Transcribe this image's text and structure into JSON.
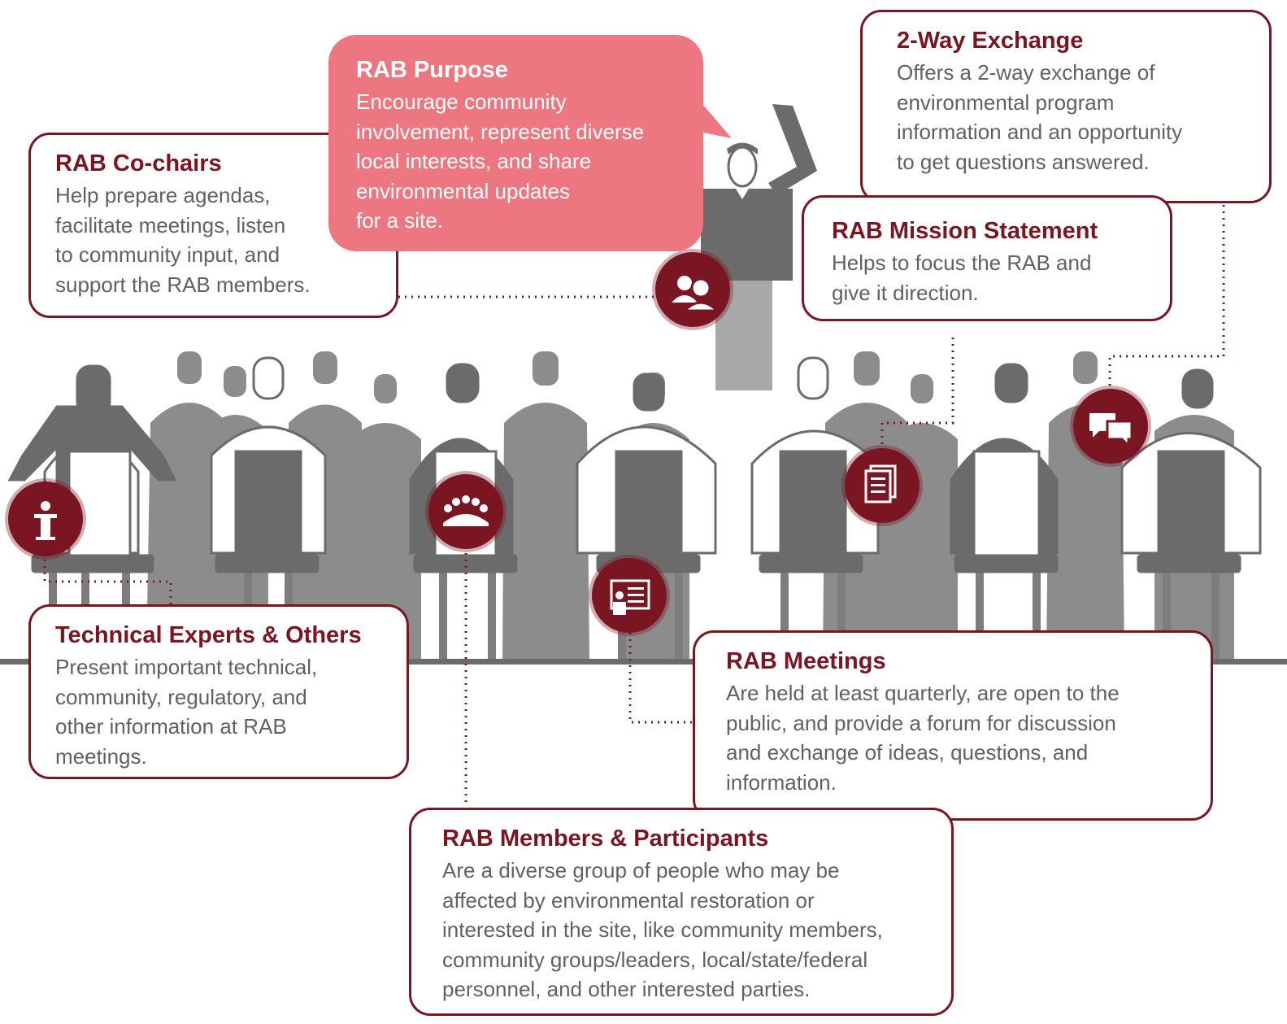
{
  "boxes": {
    "cochairs": {
      "title": "RAB Co-chairs",
      "lines": [
        "Help prepare agendas,",
        "facilitate meetings, listen",
        "to community input, and",
        "support the RAB members."
      ]
    },
    "purpose": {
      "title": "RAB Purpose",
      "lines": [
        "Encourage community",
        "involvement, represent diverse",
        "local interests, and share",
        "environmental updates",
        "for a site."
      ]
    },
    "exchange": {
      "title": "2-Way Exchange",
      "lines": [
        "Offers a 2-way exchange of",
        "environmental program",
        "information and an opportunity",
        "to get questions answered."
      ]
    },
    "mission": {
      "title": "RAB Mission Statement",
      "lines": [
        "Helps to focus the RAB and",
        "give it direction."
      ]
    },
    "technical": {
      "title": "Technical Experts & Others",
      "lines": [
        "Present important technical,",
        "community, regulatory, and",
        "other information at RAB",
        "meetings."
      ]
    },
    "meetings": {
      "title": "RAB Meetings",
      "lines": [
        "Are held at least quarterly, are open to the",
        "public, and provide a forum for discussion",
        "and exchange of ideas, questions, and",
        "information."
      ]
    },
    "members": {
      "title": "RAB Members & Participants",
      "lines": [
        "Are a diverse group of people who may be",
        "affected by environmental restoration or",
        "interested in the site, like community members,",
        "community groups/leaders, local/state/federal",
        "personnel, and other interested parties."
      ]
    }
  },
  "colors": {
    "accent": "#7a1522",
    "bubble": "#ec7780",
    "body_text": "#616161",
    "figure_dark": "#6b6b6b",
    "figure_mid": "#8c8c8c",
    "figure_light": "#a8a8a8"
  },
  "icons": [
    "podium-icon",
    "group-icon",
    "people-icon",
    "presentation-icon",
    "document-icon",
    "chat-icon"
  ]
}
